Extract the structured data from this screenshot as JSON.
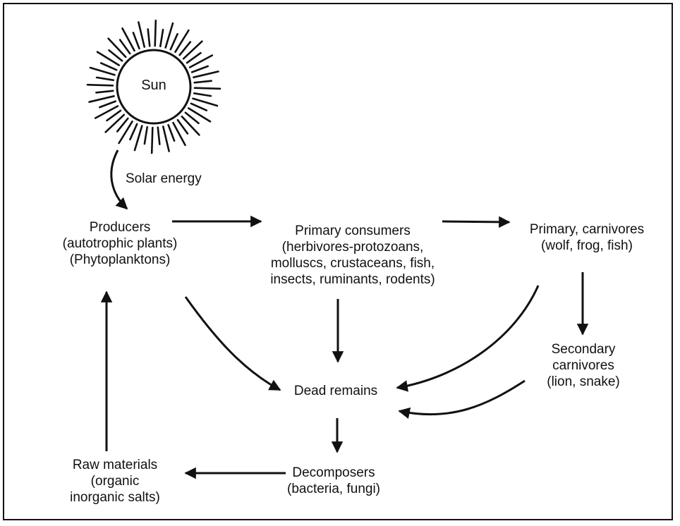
{
  "sun": {
    "label": "Sun"
  },
  "solar_energy": {
    "label": "Solar energy"
  },
  "nodes": {
    "producers": {
      "lines": [
        "Producers",
        "(autotrophic plants)",
        "(Phytoplanktons)"
      ]
    },
    "primary_consumers": {
      "lines": [
        "Primary consumers",
        "(herbivores-protozoans,",
        "molluscs, crustaceans, fish,",
        "insects, ruminants, rodents)"
      ]
    },
    "primary_carnivores": {
      "lines": [
        "Primary, carnivores",
        "(wolf, frog, fish)"
      ]
    },
    "secondary_carnivores": {
      "lines": [
        "Secondary",
        "carnivores",
        "(lion, snake)"
      ]
    },
    "dead_remains": {
      "lines": [
        "Dead remains"
      ]
    },
    "decomposers": {
      "lines": [
        "Decomposers",
        "(bacteria, fungi)"
      ]
    },
    "raw_materials": {
      "lines": [
        "Raw materials",
        "(organic",
        "inorganic salts)"
      ]
    }
  },
  "edges": [
    {
      "from": "sun",
      "to": "producers"
    },
    {
      "from": "producers",
      "to": "primary_consumers"
    },
    {
      "from": "primary_consumers",
      "to": "primary_carnivores"
    },
    {
      "from": "primary_carnivores",
      "to": "secondary_carnivores"
    },
    {
      "from": "producers",
      "to": "dead_remains"
    },
    {
      "from": "primary_consumers",
      "to": "dead_remains"
    },
    {
      "from": "primary_carnivores",
      "to": "dead_remains"
    },
    {
      "from": "secondary_carnivores",
      "to": "dead_remains"
    },
    {
      "from": "dead_remains",
      "to": "decomposers"
    },
    {
      "from": "decomposers",
      "to": "raw_materials"
    },
    {
      "from": "raw_materials",
      "to": "producers"
    }
  ]
}
